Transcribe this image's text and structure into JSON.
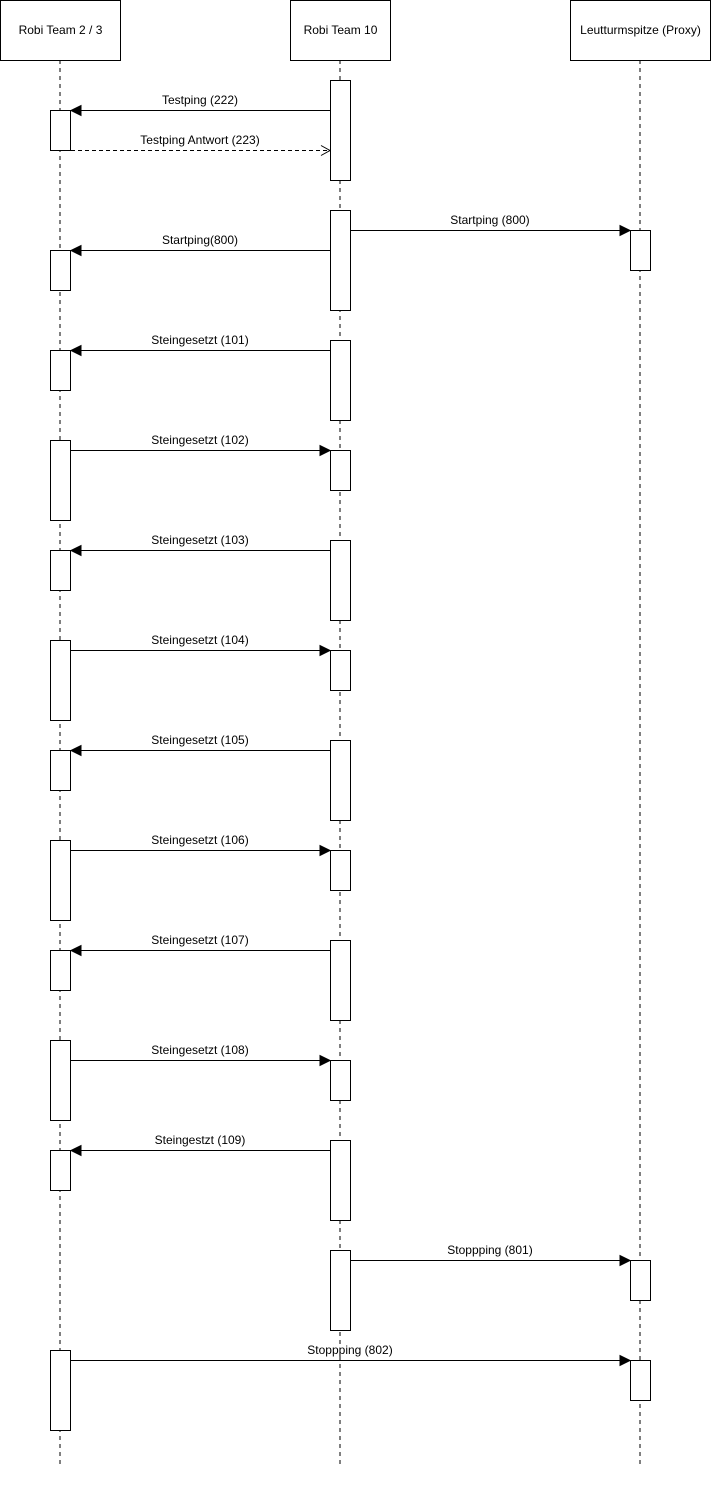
{
  "diagram": {
    "participants": [
      {
        "id": "p1",
        "label": "Robi Team 2 / 3"
      },
      {
        "id": "p2",
        "label": "Robi Team 10"
      },
      {
        "id": "p3",
        "label": "Leutturmspitze (Proxy)"
      }
    ],
    "messages": [
      {
        "label": "Testping (222)",
        "from": "p2",
        "to": "p1",
        "style": "solid"
      },
      {
        "label": "Testping Antwort (223)",
        "from": "p1",
        "to": "p2",
        "style": "dashed"
      },
      {
        "label": "Startping (800)",
        "from": "p2",
        "to": "p3",
        "style": "solid"
      },
      {
        "label": "Startping(800)",
        "from": "p2",
        "to": "p1",
        "style": "solid"
      },
      {
        "label": "Steingesetzt (101)",
        "from": "p2",
        "to": "p1",
        "style": "solid"
      },
      {
        "label": "Steingesetzt (102)",
        "from": "p1",
        "to": "p2",
        "style": "solid"
      },
      {
        "label": "Steingesetzt (103)",
        "from": "p2",
        "to": "p1",
        "style": "solid"
      },
      {
        "label": "Steingesetzt (104)",
        "from": "p1",
        "to": "p2",
        "style": "solid"
      },
      {
        "label": "Steingesetzt (105)",
        "from": "p2",
        "to": "p1",
        "style": "solid"
      },
      {
        "label": "Steingesetzt (106)",
        "from": "p1",
        "to": "p2",
        "style": "solid"
      },
      {
        "label": "Steingesetzt (107)",
        "from": "p2",
        "to": "p1",
        "style": "solid"
      },
      {
        "label": "Steingesetzt (108)",
        "from": "p1",
        "to": "p2",
        "style": "solid"
      },
      {
        "label": "Steingestzt (109)",
        "from": "p2",
        "to": "p1",
        "style": "solid"
      },
      {
        "label": "Stoppping (801)",
        "from": "p2",
        "to": "p3",
        "style": "solid"
      },
      {
        "label": "Stoppping (802)",
        "from": "p1",
        "to": "p3",
        "style": "solid"
      }
    ]
  }
}
